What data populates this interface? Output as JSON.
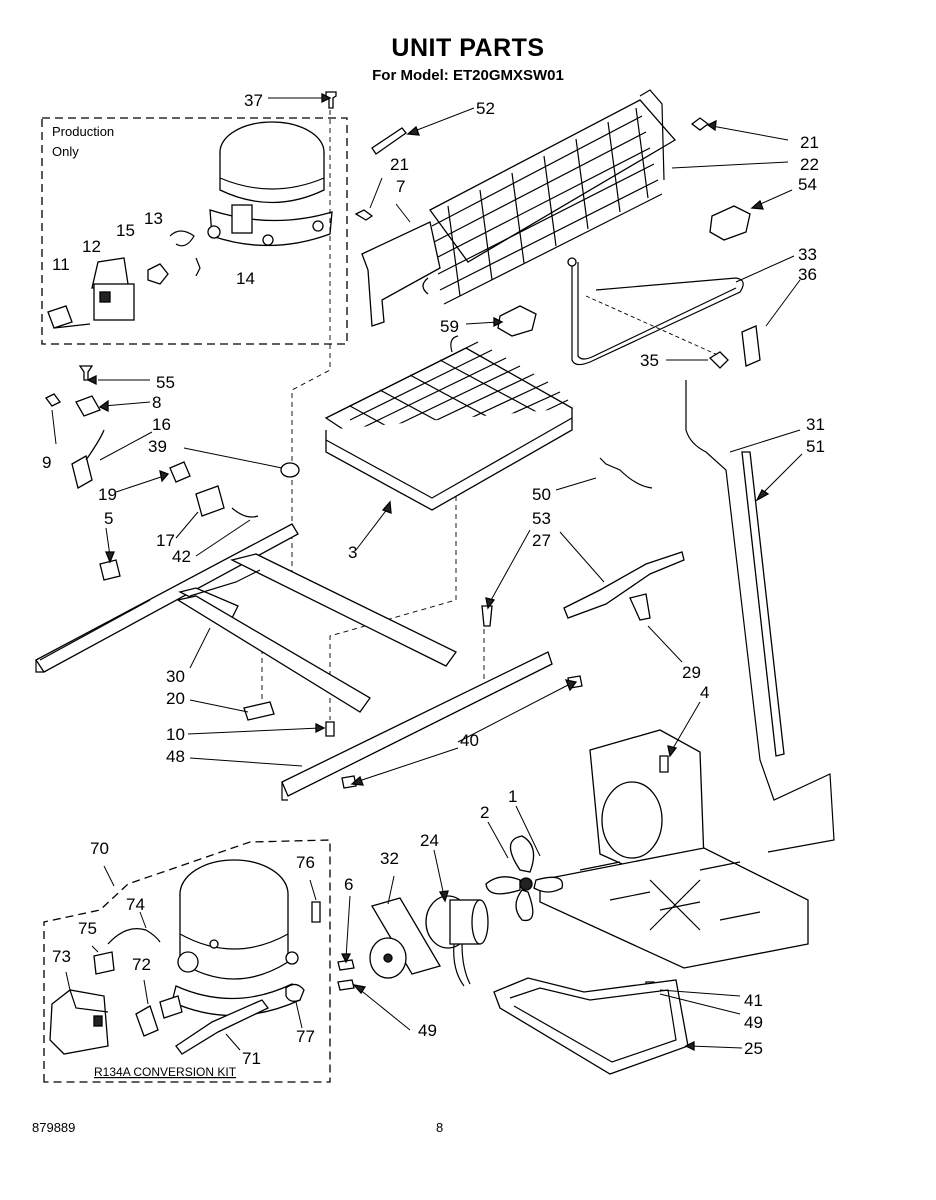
{
  "title": "UNIT PARTS",
  "subtitle": "For Model: ET20GMXSW01",
  "boxes": {
    "production_label_line1": "Production",
    "production_label_line2": "Only",
    "kit_label": "R134A  CONVERSION  KIT"
  },
  "callouts": {
    "c1": "1",
    "c2": "2",
    "c3": "3",
    "c4": "4",
    "c5": "5",
    "c6": "6",
    "c7": "7",
    "c8": "8",
    "c9": "9",
    "c10": "10",
    "c11": "11",
    "c12": "12",
    "c13": "13",
    "c14": "14",
    "c15": "15",
    "c16": "16",
    "c17": "17",
    "c19": "19",
    "c20": "20",
    "c21a": "21",
    "c21b": "21",
    "c22": "22",
    "c24": "24",
    "c25": "25",
    "c27": "27",
    "c29": "29",
    "c30": "30",
    "c31": "31",
    "c32": "32",
    "c33": "33",
    "c35": "35",
    "c36": "36",
    "c37": "37",
    "c39": "39",
    "c40": "40",
    "c41": "41",
    "c42": "42",
    "c48": "48",
    "c49a": "49",
    "c49b": "49",
    "c50": "50",
    "c51": "51",
    "c52": "52",
    "c53": "53",
    "c54": "54",
    "c55": "55",
    "c59": "59",
    "c70": "70",
    "c71": "71",
    "c72": "72",
    "c73": "73",
    "c74": "74",
    "c75": "75",
    "c76": "76",
    "c77": "77"
  },
  "footer": {
    "doc_number": "879889",
    "page_number": "8"
  }
}
